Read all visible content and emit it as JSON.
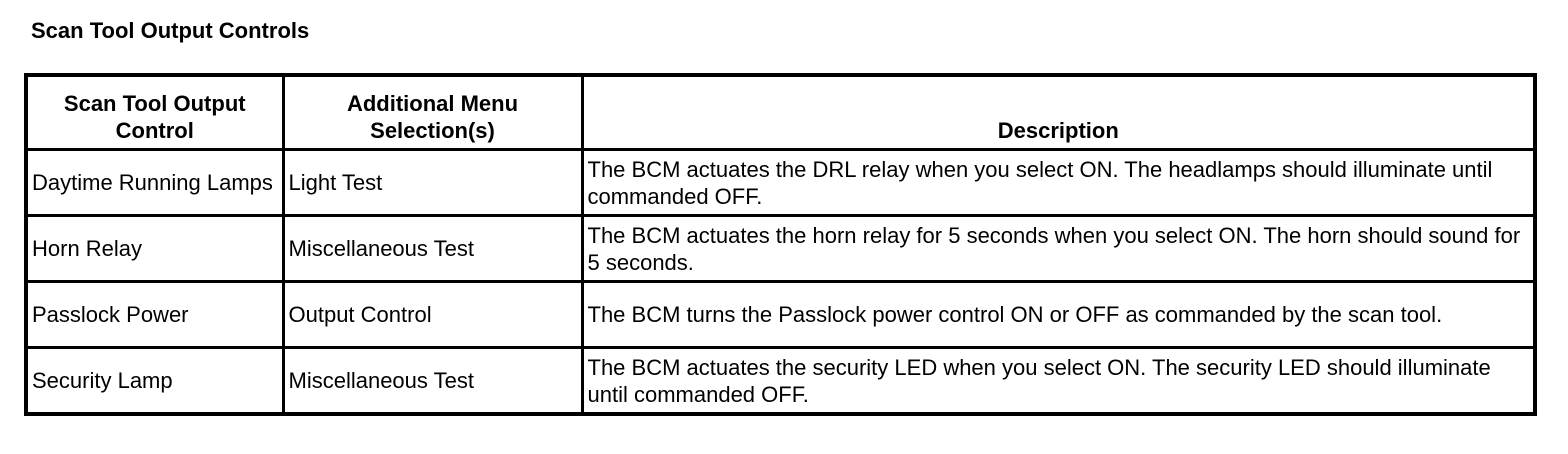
{
  "title": "Scan Tool Output Controls",
  "table": {
    "headers": [
      "Scan Tool Output Control",
      "Additional Menu Selection(s)",
      "Description"
    ],
    "rows": [
      {
        "control": "Daytime Running Lamps",
        "menu": "Light Test",
        "description": "The BCM actuates the DRL relay when you select ON. The headlamps should illuminate until commanded OFF."
      },
      {
        "control": "Horn Relay",
        "menu": "Miscellaneous Test",
        "description": "The BCM actuates the horn relay for 5 seconds when you select ON. The horn should sound for 5 seconds."
      },
      {
        "control": "Passlock Power",
        "menu": "Output Control",
        "description": "The BCM turns the Passlock power control ON or OFF as commanded by the scan tool."
      },
      {
        "control": "Security Lamp",
        "menu": "Miscellaneous Test",
        "description": "The BCM actuates the security LED when you select ON. The security LED should illuminate until commanded OFF."
      }
    ]
  }
}
